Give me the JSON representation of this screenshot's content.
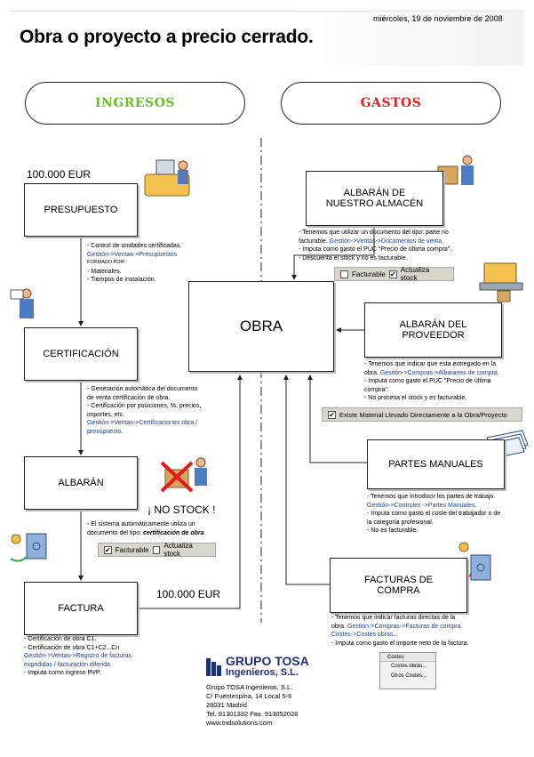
{
  "header": {
    "date": "miércoles, 19 de noviembre de 2008",
    "title": "Obra o proyecto a precio cerrado."
  },
  "sections": {
    "ingresos": "INGRESOS",
    "gastos": "GASTOS"
  },
  "amounts": {
    "top": "100.000 EUR",
    "bottom": "100.000 EUR"
  },
  "ingresos_boxes": {
    "presupuesto": "PRESUPUESTO",
    "certificacion": "CERTIFICACIÓN",
    "albaran": "ALBARÁN",
    "factura": "FACTURA"
  },
  "obra": "OBRA",
  "gastos_boxes": {
    "albaran_almacen_1": "ALBARÁN DE",
    "albaran_almacen_2": "NUESTRO ALMACÉN",
    "albaran_proveedor_1": "ALBARÁN DEL",
    "albaran_proveedor_2": "PROVEEDOR",
    "partes": "PARTES MANUALES",
    "facturas_1": "FACTURAS DE",
    "facturas_2": "COMPRA"
  },
  "notes": {
    "presupuesto": {
      "l1": "- Control de unidades certificadas.",
      "l2": "Gestión->Ventas->Presupuestos",
      "l3": "FORMADO POR:",
      "l4": "- Materiales.",
      "l5": "- Tiempos de instalación."
    },
    "certificacion": {
      "l1": "- Generación automática del documento",
      "l2": "de venta certificación de obra.",
      "l3": "- Certificación por posiciones, %, precios,",
      "l4": "importes, etc.",
      "l5": "Gestión->Ventas->Certificaciones obra /",
      "l6": "presupuesto."
    },
    "albaran": {
      "l1": "- El sistema automáticamente utiliza un",
      "l2": "documento del tipo:",
      "l2b": "certificación de obra"
    },
    "factura": {
      "l1": "- Certificación de obra C1.",
      "l2": "- Certificación de obra C1+C2...Cn",
      "l3": "Gestión->Ventas->Registro de facturas",
      "l4": "expedidas / facturación diferida",
      "l5": "- Imputa como ingreso PVP."
    },
    "almacen": {
      "l1": "- Tenemos que utilizar un documento del tipo: parte no",
      "l2": "facturable.",
      "l2b": "Gestión->Ventas->Documentos de venta.",
      "l3": "- Imputa como gasto el PUC \"Precio de última compra\".",
      "l4": "- Descuenta el stock y no es facturable."
    },
    "proveedor": {
      "l1": "- Tenemos que indicar que esta entregado en la",
      "l2": "obra.",
      "l2b": "Gestión->Compras->Albaranes de compra.",
      "l3": "- Imputa como gasto el PUC \"Precio de última",
      "l4": "compra\".",
      "l5": "- No procesa el stock y es facturable."
    },
    "partes": {
      "l1": "- Tenemos que introducir los partes de trabajo.",
      "l2": "Gestión->Controles ->Partes Manuales.",
      "l3": "- Imputa como gasto el coste del trabajador o de",
      "l4": "la categoría profesional.",
      "l5": "- No es facturable."
    },
    "facturas": {
      "l1": "- Tenemos que indicar facturas directas de la",
      "l2": "obra.",
      "l2b": "Gestión->Compras->Facturas de compra.",
      "l3": "Costes->Costes obras...",
      "l4": "- Imputa como gasto el importe neto de la factura."
    }
  },
  "no_stock": "¡ NO STOCK !",
  "checkboxes": {
    "facturable": "Facturable",
    "actualiza_stock": "Actualiza stock",
    "existe_material": "Existe Material Llevado Directamente a la Obra/Proyecto"
  },
  "menu": {
    "bar": "Costes",
    "item1": "Costes obras...",
    "item2": "Otros Costes..."
  },
  "company": {
    "logo_name": "GRUPO TOSA",
    "logo_sub": "Ingenieros, S.L.",
    "name": "Grupo TOSA Ingenieros, S.L.",
    "address": "C/ Fuentespina, 14 Local 5-6",
    "city": "28031 Madrid",
    "phone": "Tel. 91301332 Fax. 913052026",
    "web": "www.tndsolutions.com"
  },
  "colors": {
    "ingresos": "#6bbf2a",
    "gastos": "#e32222",
    "link_blue": "#2040a0",
    "brand": "#1a2f80"
  }
}
